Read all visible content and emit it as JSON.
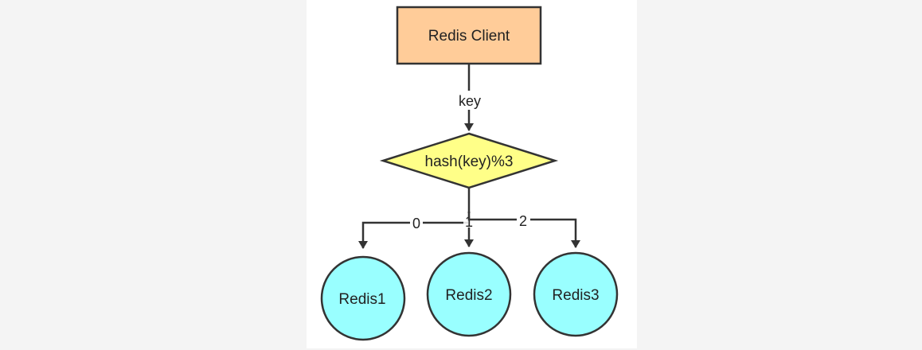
{
  "diagram": {
    "client": {
      "label": "Redis Client",
      "fill": "#ffcc99",
      "stroke": "#333333"
    },
    "hash": {
      "label": "hash(key)%3",
      "fill": "#ffff88",
      "stroke": "#333333"
    },
    "edge_key": {
      "label": "key"
    },
    "branches": [
      {
        "label": "0"
      },
      {
        "label": "1"
      },
      {
        "label": "2"
      }
    ],
    "servers": [
      {
        "label": "Redis1"
      },
      {
        "label": "Redis2"
      },
      {
        "label": "Redis3"
      }
    ],
    "server_fill": "#99ffff",
    "line_color": "#333333"
  }
}
